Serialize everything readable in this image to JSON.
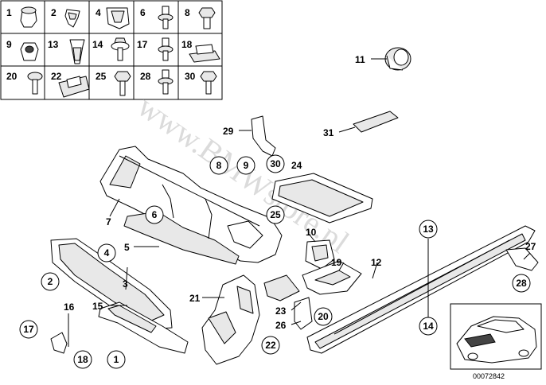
{
  "fasteners_grid": [
    {
      "label": "1",
      "icon": "round-plug-icon"
    },
    {
      "label": "2",
      "icon": "clip-icon"
    },
    {
      "label": "4",
      "icon": "spring-clip-icon"
    },
    {
      "label": "6",
      "icon": "collar-screw-icon"
    },
    {
      "label": "8",
      "icon": "hex-bolt-icon"
    },
    {
      "label": "9",
      "icon": "hex-nut-icon"
    },
    {
      "label": "13",
      "icon": "expanding-nut-icon"
    },
    {
      "label": "14",
      "icon": "washer-screw-icon"
    },
    {
      "label": "17",
      "icon": "collar-screw-icon"
    },
    {
      "label": "18",
      "icon": "sheet-nut-icon"
    },
    {
      "label": "20",
      "icon": "washer-screw-icon"
    },
    {
      "label": "22",
      "icon": "bracket-clip-icon"
    },
    {
      "label": "25",
      "icon": "hex-bolt-icon"
    },
    {
      "label": "28",
      "icon": "collar-screw-icon"
    },
    {
      "label": "30",
      "icon": "hex-bolt-icon"
    }
  ],
  "callouts": {
    "plain": [
      "11",
      "29",
      "31",
      "24",
      "7",
      "5",
      "3",
      "16",
      "15",
      "10",
      "19",
      "12",
      "21",
      "23",
      "26",
      "27"
    ],
    "circled": [
      "30",
      "8",
      "9",
      "6",
      "25",
      "4",
      "2",
      "13",
      "17",
      "18",
      "1",
      "20",
      "22",
      "14",
      "28"
    ]
  },
  "watermark": "www.BMWstore.pl",
  "doc_id": "00072842"
}
